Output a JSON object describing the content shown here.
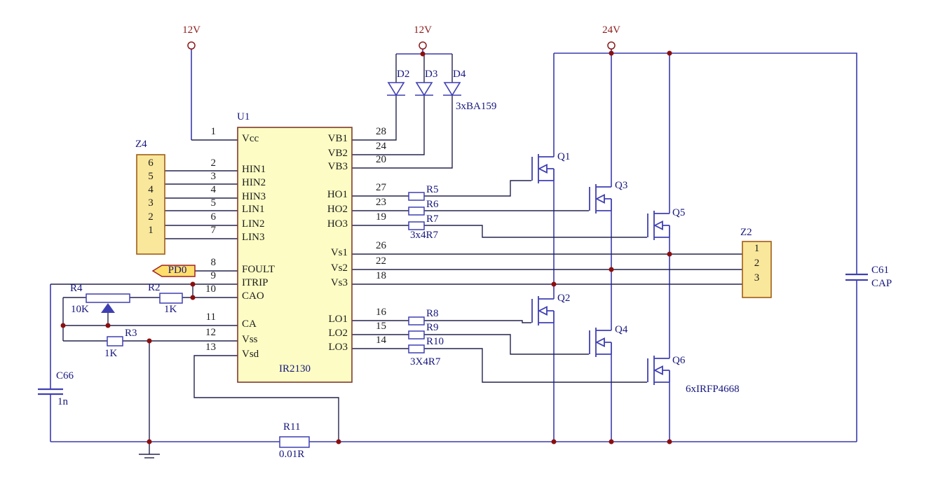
{
  "power": {
    "v12_left": "12V",
    "v12_diode": "12V",
    "v24": "24V"
  },
  "u1": {
    "ref": "U1",
    "part": "IR2130",
    "left_pins": [
      {
        "num": "1",
        "name": "Vcc"
      },
      {
        "num": "2",
        "name": "HIN1"
      },
      {
        "num": "3",
        "name": "HIN2"
      },
      {
        "num": "4",
        "name": "HIN3"
      },
      {
        "num": "5",
        "name": "LIN1"
      },
      {
        "num": "6",
        "name": "LIN2"
      },
      {
        "num": "7",
        "name": "LIN3"
      },
      {
        "num": "8",
        "name": "FOULT"
      },
      {
        "num": "9",
        "name": "ITRIP"
      },
      {
        "num": "10",
        "name": "CAO"
      },
      {
        "num": "11",
        "name": "CA"
      },
      {
        "num": "12",
        "name": "Vss"
      },
      {
        "num": "13",
        "name": "Vsd"
      }
    ],
    "right_pins": [
      {
        "num": "28",
        "name": "VB1"
      },
      {
        "num": "24",
        "name": "VB2"
      },
      {
        "num": "20",
        "name": "VB3"
      },
      {
        "num": "27",
        "name": "HO1"
      },
      {
        "num": "23",
        "name": "HO2"
      },
      {
        "num": "19",
        "name": "HO3"
      },
      {
        "num": "26",
        "name": "Vs1"
      },
      {
        "num": "22",
        "name": "Vs2"
      },
      {
        "num": "18",
        "name": "Vs3"
      },
      {
        "num": "16",
        "name": "LO1"
      },
      {
        "num": "15",
        "name": "LO2"
      },
      {
        "num": "14",
        "name": "LO3"
      }
    ]
  },
  "z4": {
    "ref": "Z4",
    "pins": [
      "6",
      "5",
      "4",
      "3",
      "2",
      "1"
    ]
  },
  "z2": {
    "ref": "Z2",
    "pins": [
      "1",
      "2",
      "3"
    ]
  },
  "diodes": {
    "d2": "D2",
    "d3": "D3",
    "d4": "D4",
    "group": "3xBA159"
  },
  "mosfets": {
    "q1": "Q1",
    "q2": "Q2",
    "q3": "Q3",
    "q4": "Q4",
    "q5": "Q5",
    "q6": "Q6",
    "group": "6xIRFP4668"
  },
  "resistors": {
    "r5": "R5",
    "r6": "R6",
    "r7": "R7",
    "hs_group_value": "3x4R7",
    "r8": "R8",
    "r9": "R9",
    "r10": "R10",
    "ls_group_value": "3X4R7",
    "r2": "R2",
    "r2_value": "1K",
    "r3": "R3",
    "r3_value": "1K",
    "r4": "R4",
    "r4_value": "10K",
    "r11": "R11",
    "r11_value": "0.01R"
  },
  "capacitors": {
    "c66": "C66",
    "c66_value": "1n",
    "c61": "C61",
    "c61_value": "CAP"
  },
  "flags": {
    "pd0": "PD0"
  },
  "colors": {
    "wire_blue": "#3a3aae",
    "wire_dark": "#23234e",
    "junction_dot": "#8b0f0f",
    "power_text": "#8b1a1a",
    "label_text": "#16167e",
    "pin_text": "#1c1c1c",
    "ic_fill": "#fcfcc4",
    "ic_border": "#7e3a2a",
    "connector_fill": "#f9e79b",
    "connector_border": "#a05c16",
    "flag_fill": "#ffdf6b",
    "background": "#ffffff"
  }
}
